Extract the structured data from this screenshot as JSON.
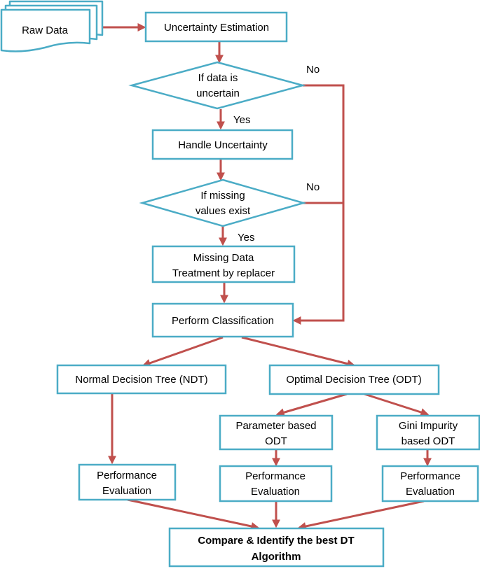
{
  "nodes": {
    "raw_data": "Raw Data",
    "uncertainty_estimation": "Uncertainty Estimation",
    "decision_uncertain": [
      "If data is",
      "uncertain"
    ],
    "handle_uncertainty": "Handle Uncertainty",
    "decision_missing": [
      "If missing",
      "values exist"
    ],
    "missing_treatment": [
      "Missing Data",
      "Treatment by replacer"
    ],
    "perform_classification": "Perform Classification",
    "ndt": "Normal Decision Tree (NDT)",
    "odt": "Optimal Decision Tree (ODT)",
    "param_odt": [
      "Parameter based",
      "ODT"
    ],
    "gini_odt": [
      "Gini Impurity",
      "based ODT"
    ],
    "perf_eval_ndt": [
      "Performance",
      "Evaluation"
    ],
    "perf_eval_param": [
      "Performance",
      "Evaluation"
    ],
    "perf_eval_gini": [
      "Performance",
      "Evaluation"
    ],
    "compare": [
      "Compare & Identify the best DT",
      "Algorithm"
    ]
  },
  "edge_labels": {
    "uncertain_yes": "Yes",
    "uncertain_no": "No",
    "missing_yes": "Yes",
    "missing_no": "No"
  },
  "colors": {
    "box_stroke": "#4BACC6",
    "arrow": "#C0504D"
  }
}
